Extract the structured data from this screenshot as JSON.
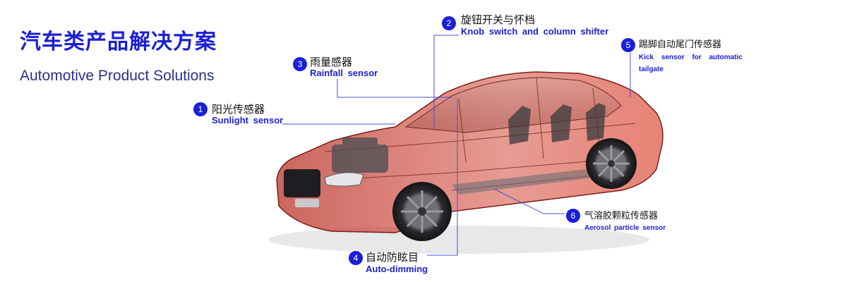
{
  "title": "汽车类产品解决方案",
  "subtitle": "Automotive Product Solutions",
  "colors": {
    "accent": "#1b1fd6",
    "car_body": "#c0392b",
    "leader_line": "#4a4fd8"
  },
  "callouts": [
    {
      "num": "1",
      "cn": "阳光传感器",
      "en": "Sunlight sensor"
    },
    {
      "num": "2",
      "cn": "旋钮开关与怀档",
      "en": "Knob switch and column shifter"
    },
    {
      "num": "3",
      "cn": "雨量感器",
      "en": "Rainfall sensor"
    },
    {
      "num": "4",
      "cn": "自动防眩目",
      "en": "Auto-dimming"
    },
    {
      "num": "5",
      "cn": "踢脚自动尾门传感器",
      "en_line1": "Kick sensor for automatic",
      "en_line2": "tailgate"
    },
    {
      "num": "6",
      "cn": "气溶胶颗粒传感器",
      "en": "Aerosol particle sensor"
    }
  ]
}
